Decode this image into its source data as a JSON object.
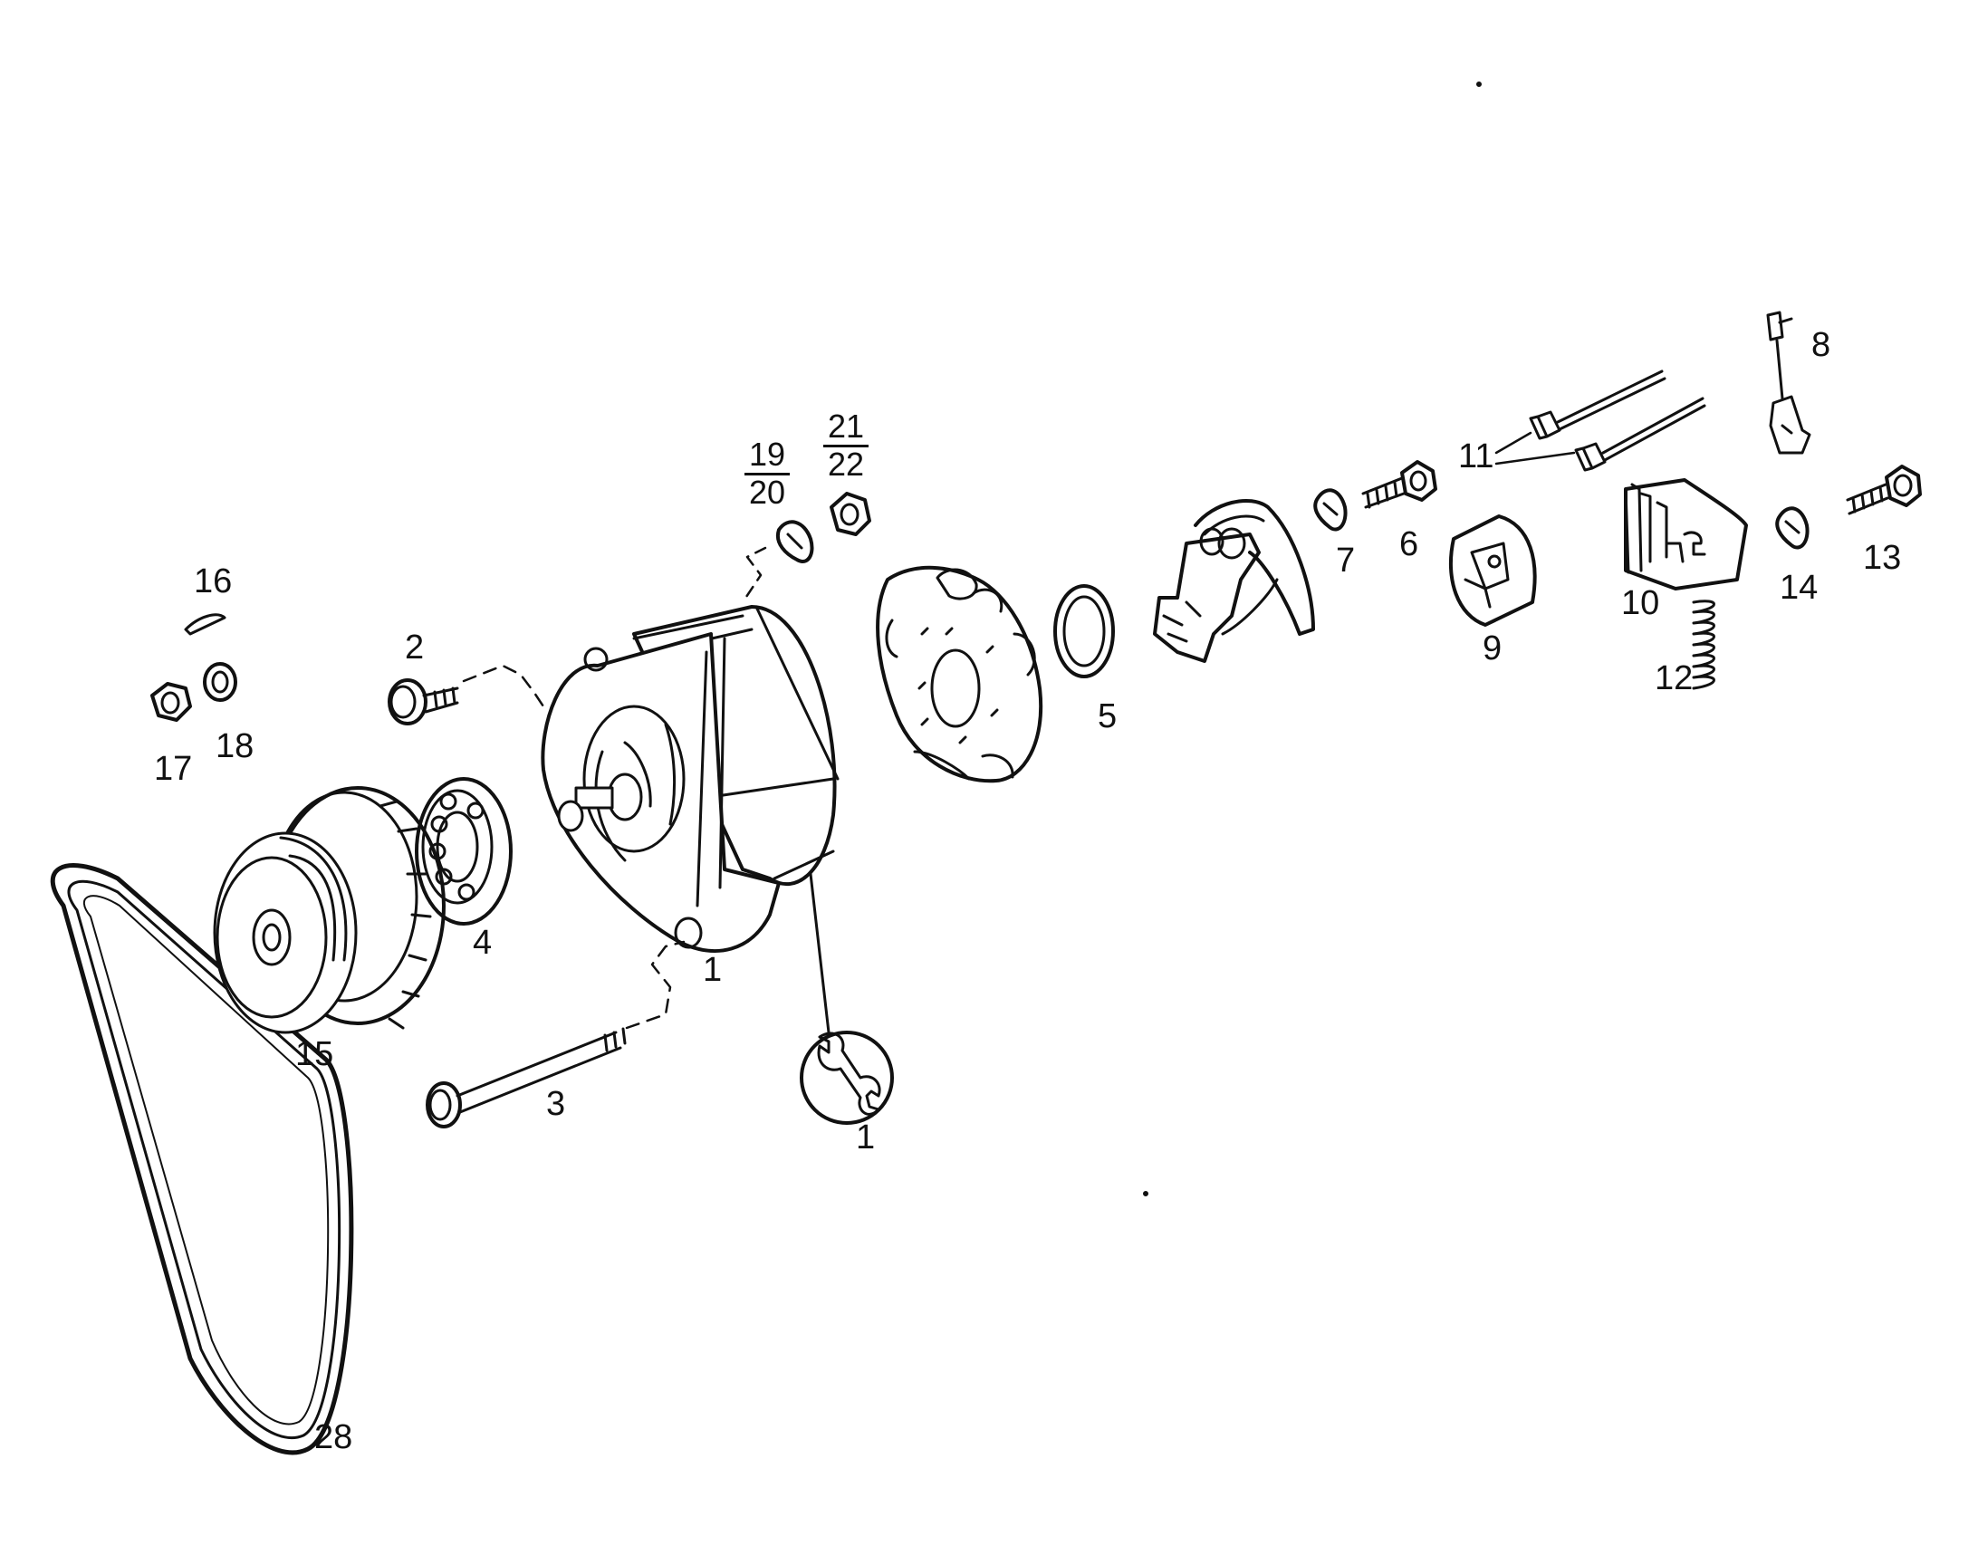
{
  "diagram": {
    "labels": {
      "p1": "1",
      "p1_tool": "1",
      "p2": "2",
      "p3": "3",
      "p4": "4",
      "p5": "5",
      "p6": "6",
      "p7": "7",
      "p8": "8",
      "p9": "9",
      "p10": "10",
      "p11": "11",
      "p12": "12",
      "p13": "13",
      "p14": "14",
      "p15": "15",
      "p16": "16",
      "p17": "17",
      "p18": "18",
      "p19": "19",
      "p20": "20",
      "p21": "21",
      "p22": "22",
      "p28": "28"
    }
  }
}
